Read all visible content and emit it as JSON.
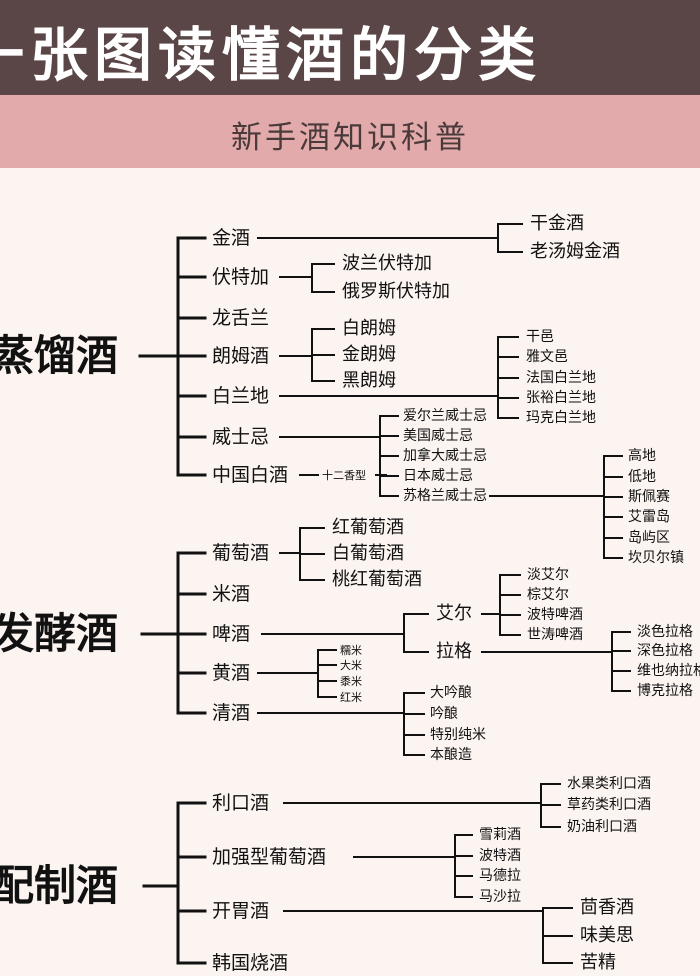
{
  "header": {
    "title": "一张图读懂酒的分类",
    "subtitle": "新手酒知识科普"
  },
  "tree": {
    "distilled": {
      "name": "蒸馏酒",
      "children": {
        "gin": {
          "name": "金酒",
          "children": [
            "干金酒",
            "老汤姆金酒"
          ]
        },
        "vodka": {
          "name": "伏特加",
          "children": [
            "波兰伏特加",
            "俄罗斯伏特加"
          ]
        },
        "tequila": {
          "name": "龙舌兰"
        },
        "rum": {
          "name": "朗姆酒",
          "children": [
            "白朗姆",
            "金朗姆",
            "黑朗姆"
          ]
        },
        "brandy": {
          "name": "白兰地",
          "children": [
            "干邑",
            "雅文邑",
            "法国白兰地",
            "张裕白兰地",
            "玛克白兰地"
          ]
        },
        "whisky": {
          "name": "威士忌",
          "children": [
            "爱尔兰威士忌",
            "美国威士忌",
            "加拿大威士忌",
            "日本威士忌",
            "苏格兰威士忌"
          ],
          "scotch_regions": [
            "高地",
            "低地",
            "斯佩赛",
            "艾雷岛",
            "岛屿区",
            "坎贝尔镇"
          ]
        },
        "baijiu": {
          "name": "中国白酒",
          "note": "十二香型"
        }
      }
    },
    "fermented": {
      "name": "发酵酒",
      "children": {
        "wine": {
          "name": "葡萄酒",
          "children": [
            "红葡萄酒",
            "白葡萄酒",
            "桃红葡萄酒"
          ]
        },
        "rice": {
          "name": "米酒"
        },
        "beer": {
          "name": "啤酒",
          "ale": {
            "name": "艾尔",
            "children": [
              "淡艾尔",
              "棕艾尔",
              "波特啤酒",
              "世涛啤酒"
            ]
          },
          "lager": {
            "name": "拉格",
            "children": [
              "淡色拉格",
              "深色拉格",
              "维也纳拉格",
              "博克拉格"
            ]
          }
        },
        "huangjiu": {
          "name": "黄酒",
          "children": [
            "糯米",
            "大米",
            "黍米",
            "红米"
          ]
        },
        "sake": {
          "name": "清酒",
          "children": [
            "大吟酿",
            "吟酿",
            "特别纯米",
            "本酿造"
          ]
        }
      }
    },
    "compounded": {
      "name": "配制酒",
      "children": {
        "liqueur": {
          "name": "利口酒",
          "children": [
            "水果类利口酒",
            "草药类利口酒",
            "奶油利口酒"
          ]
        },
        "fortified": {
          "name": "加强型葡萄酒",
          "children": [
            "雪莉酒",
            "波特酒",
            "马德拉",
            "马沙拉"
          ]
        },
        "aperitif": {
          "name": "开胃酒",
          "children": [
            "茴香酒",
            "味美思",
            "苦精"
          ]
        },
        "soju": {
          "name": "韩国烧酒"
        }
      }
    }
  }
}
